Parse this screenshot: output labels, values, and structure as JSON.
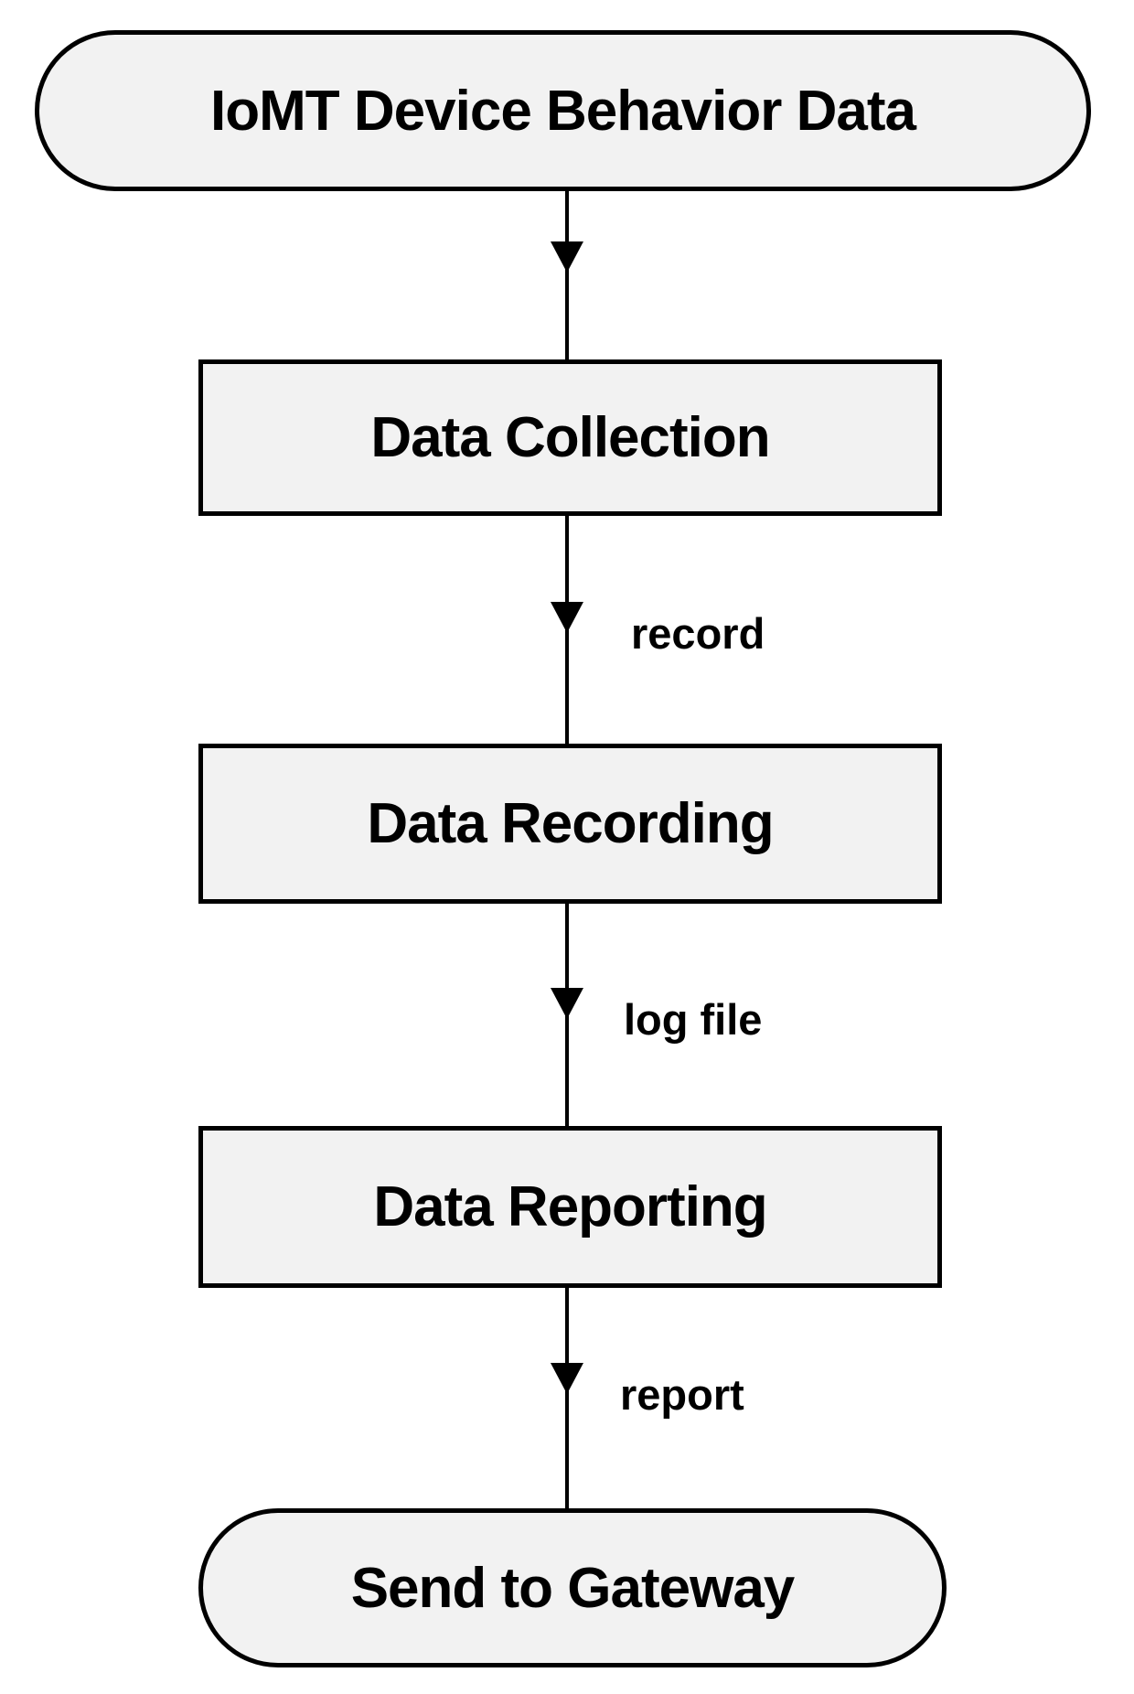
{
  "diagram": {
    "type": "flowchart",
    "direction": "top-down",
    "nodes": [
      {
        "id": "start",
        "shape": "terminal",
        "label": "IoMT Device Behavior Data"
      },
      {
        "id": "collection",
        "shape": "process",
        "label": "Data Collection"
      },
      {
        "id": "recording",
        "shape": "process",
        "label": "Data Recording"
      },
      {
        "id": "reporting",
        "shape": "process",
        "label": "Data Reporting"
      },
      {
        "id": "end",
        "shape": "terminal",
        "label": "Send to Gateway"
      }
    ],
    "edges": [
      {
        "from": "start",
        "to": "collection",
        "label": ""
      },
      {
        "from": "collection",
        "to": "recording",
        "label": "record"
      },
      {
        "from": "recording",
        "to": "reporting",
        "label": "log file"
      },
      {
        "from": "reporting",
        "to": "end",
        "label": "report"
      }
    ],
    "colors": {
      "background": "#ffffff",
      "node_fill": "#f2f2f2",
      "node_border": "#000000",
      "text": "#000000"
    }
  }
}
